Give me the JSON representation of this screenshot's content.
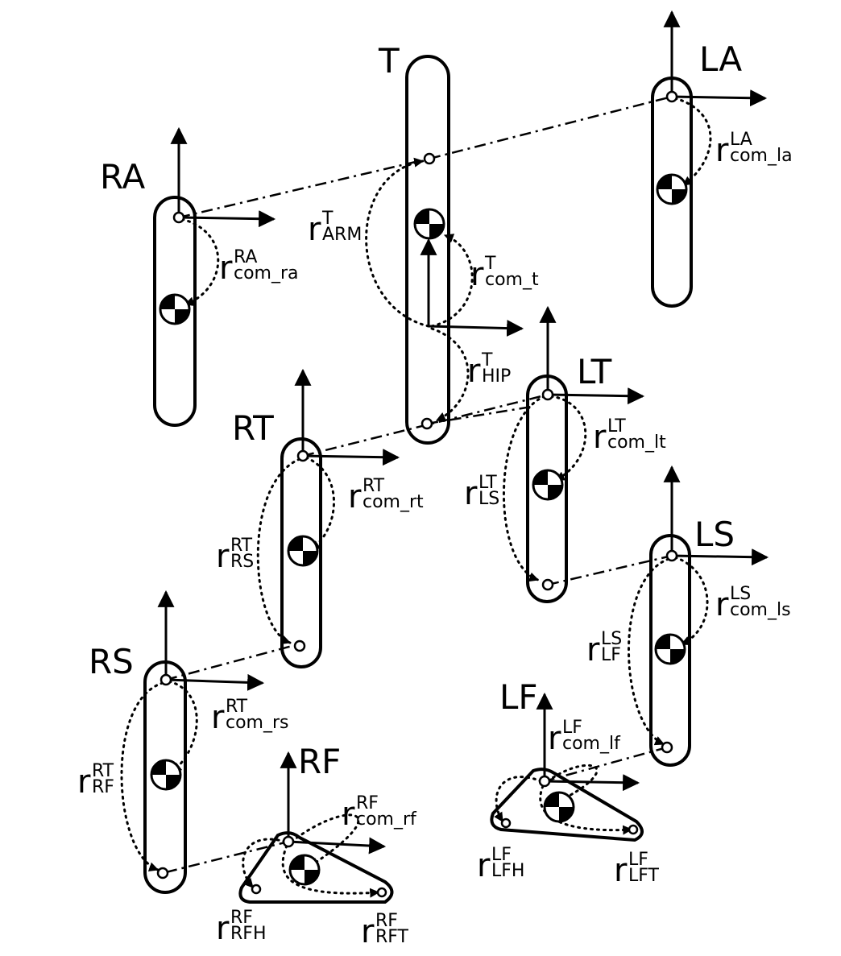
{
  "segments": [
    {
      "id": "T",
      "label": "T"
    },
    {
      "id": "LA",
      "label": "LA"
    },
    {
      "id": "RA",
      "label": "RA"
    },
    {
      "id": "RT",
      "label": "RT"
    },
    {
      "id": "LT",
      "label": "LT"
    },
    {
      "id": "LS",
      "label": "LS"
    },
    {
      "id": "RS",
      "label": "RS"
    },
    {
      "id": "RF",
      "label": "RF"
    },
    {
      "id": "LF",
      "label": "LF"
    }
  ],
  "vectors": [
    {
      "base": "r",
      "sup": "LA",
      "sub": "com_la"
    },
    {
      "base": "r",
      "sup": "RA",
      "sub": "com_ra"
    },
    {
      "base": "r",
      "sup": "T",
      "sub": "ARM"
    },
    {
      "base": "r",
      "sup": "T",
      "sub": "com_t"
    },
    {
      "base": "r",
      "sup": "T",
      "sub": "HIP"
    },
    {
      "base": "r",
      "sup": "LT",
      "sub": "com_lt"
    },
    {
      "base": "r",
      "sup": "LT",
      "sub": "LS"
    },
    {
      "base": "r",
      "sup": "RT",
      "sub": "com_rt"
    },
    {
      "base": "r",
      "sup": "RT",
      "sub": "RS"
    },
    {
      "base": "r",
      "sup": "LS",
      "sub": "com_ls"
    },
    {
      "base": "r",
      "sup": "LS",
      "sub": "LF"
    },
    {
      "base": "r",
      "sup": "RT",
      "sub": "com_rs"
    },
    {
      "base": "r",
      "sup": "RT",
      "sub": "RF"
    },
    {
      "base": "r",
      "sup": "RF",
      "sub": "com_rf"
    },
    {
      "base": "r",
      "sup": "RF",
      "sub": "RFH"
    },
    {
      "base": "r",
      "sup": "RF",
      "sub": "RFT"
    },
    {
      "base": "r",
      "sup": "LF",
      "sub": "com_lf"
    },
    {
      "base": "r",
      "sup": "LF",
      "sub": "LFH"
    },
    {
      "base": "r",
      "sup": "LF",
      "sub": "LFT"
    }
  ]
}
